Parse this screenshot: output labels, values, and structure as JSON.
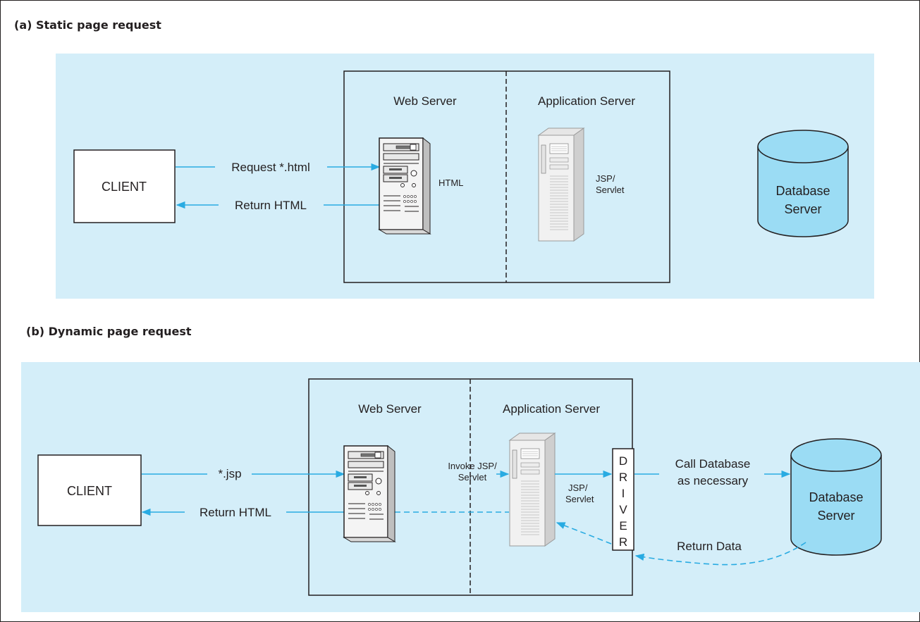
{
  "colors": {
    "panel_bg": "#d4eef9",
    "arrow": "#29abe2",
    "db_fill": "#9bdcf4",
    "line": "#231f20"
  },
  "panel_a": {
    "heading": "(a) Static page request",
    "web_server_label": "Web Server",
    "app_server_label": "Application Server",
    "client_label": "CLIENT",
    "request_label": "Request *.html",
    "return_label": "Return HTML",
    "web_inner_label": "HTML",
    "jsp_label_line1": "JSP/",
    "jsp_label_line2": "Servlet",
    "db_label_line1": "Database",
    "db_label_line2": "Server"
  },
  "panel_b": {
    "heading": "(b) Dynamic page request",
    "web_server_label": "Web Server",
    "app_server_label": "Application Server",
    "client_label": "CLIENT",
    "request_label": "*.jsp",
    "return_label": "Return HTML",
    "invoke_line1": "Invoke JSP/",
    "invoke_line2": "Servlet",
    "jsp_label_line1": "JSP/",
    "jsp_label_line2": "Servlet",
    "driver_letters": [
      "D",
      "R",
      "I",
      "V",
      "E",
      "R"
    ],
    "call_line1": "Call Database",
    "call_line2": "as necessary",
    "return_data_label": "Return Data",
    "db_label_line1": "Database",
    "db_label_line2": "Server"
  }
}
